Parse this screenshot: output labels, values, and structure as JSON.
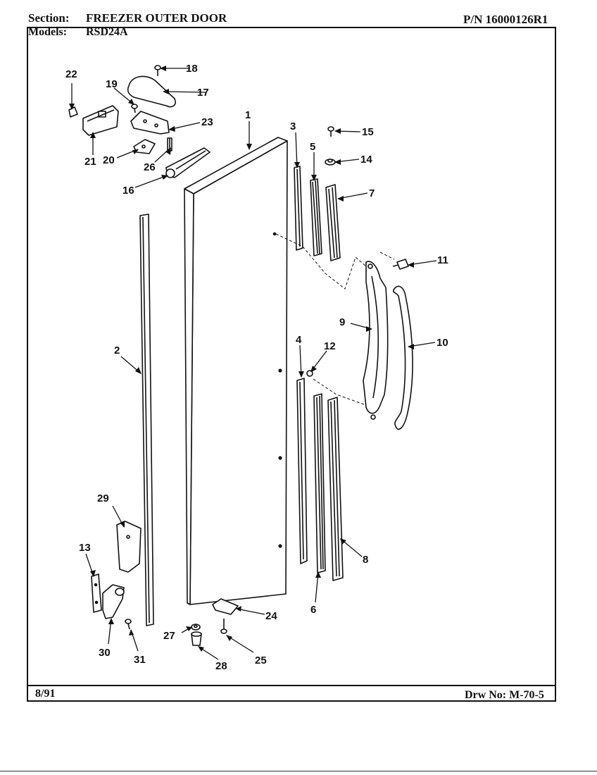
{
  "header": {
    "section_label": "Section:",
    "section_value": "FREEZER OUTER DOOR",
    "part_number": "P/N 16000126R1",
    "models_label": "Models:",
    "models_value": "RSD24A"
  },
  "footer": {
    "date": "8/91",
    "drawing_number": "Drw No: M-70-5"
  },
  "callouts": [
    "1",
    "2",
    "3",
    "4",
    "5",
    "6",
    "7",
    "8",
    "9",
    "10",
    "11",
    "12",
    "13",
    "14",
    "15",
    "16",
    "17",
    "18",
    "19",
    "20",
    "21",
    "22",
    "23",
    "24",
    "25",
    "26",
    "27",
    "28",
    "29",
    "30",
    "31"
  ]
}
